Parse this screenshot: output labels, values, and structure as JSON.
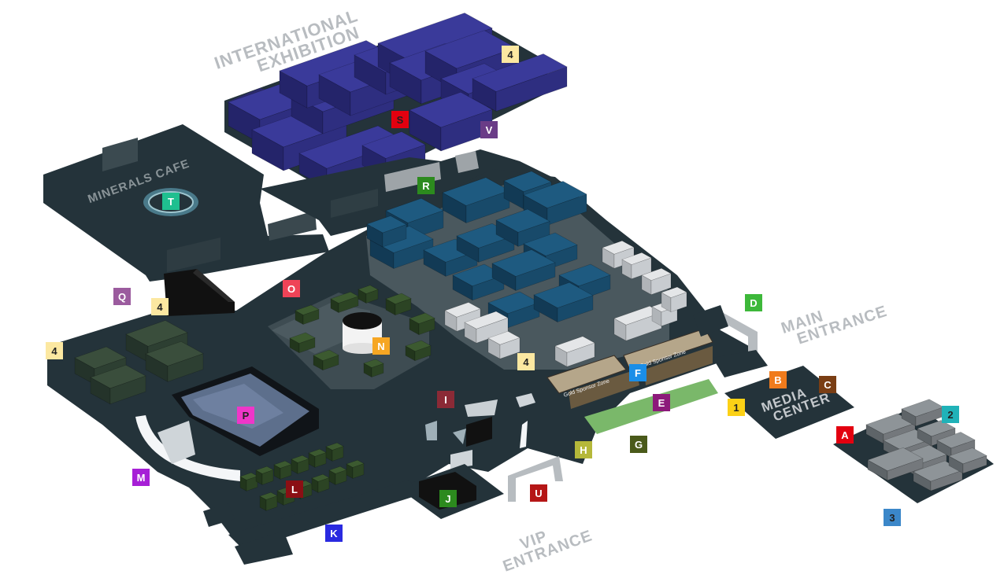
{
  "areas": {
    "international_exhibition": [
      "INTERNATIONAL",
      "EXHIBITION"
    ],
    "minerals_cafe": "MINERALS CAFE",
    "main_entrance": [
      "MAIN",
      "ENTRANCE"
    ],
    "vip_entrance": [
      "VIP",
      "ENTRANCE"
    ],
    "media_center": [
      "MEDIA",
      "CENTER"
    ],
    "gold_sponsor_zone": "Gold Sponsor Zone"
  },
  "markers": [
    {
      "id": "s",
      "label": "S",
      "color": "#e3000f"
    },
    {
      "id": "v",
      "label": "V",
      "color": "#6a3c87"
    },
    {
      "id": "4-top",
      "label": "4",
      "color": "#fce8a1"
    },
    {
      "id": "r",
      "label": "R",
      "color": "#2c8a1e"
    },
    {
      "id": "t",
      "label": "T",
      "color": "#1fbf8f"
    },
    {
      "id": "q",
      "label": "Q",
      "color": "#9b5b9e"
    },
    {
      "id": "4-left-upper",
      "label": "4",
      "color": "#fce8a1"
    },
    {
      "id": "4-left",
      "label": "4",
      "color": "#fce8a1"
    },
    {
      "id": "o",
      "label": "O",
      "color": "#ef4357"
    },
    {
      "id": "n",
      "label": "N",
      "color": "#f6a623"
    },
    {
      "id": "4-center",
      "label": "4",
      "color": "#fce8a1"
    },
    {
      "id": "d",
      "label": "D",
      "color": "#3db83a"
    },
    {
      "id": "f",
      "label": "F",
      "color": "#1a8ee8"
    },
    {
      "id": "e",
      "label": "E",
      "color": "#8c1a7a"
    },
    {
      "id": "b",
      "label": "B",
      "color": "#f07b1c"
    },
    {
      "id": "c",
      "label": "C",
      "color": "#7a3e14"
    },
    {
      "id": "1",
      "label": "1",
      "color": "#fcd116"
    },
    {
      "id": "2",
      "label": "2",
      "color": "#20b2b8"
    },
    {
      "id": "a",
      "label": "A",
      "color": "#e3000f"
    },
    {
      "id": "3",
      "label": "3",
      "color": "#3b87c9"
    },
    {
      "id": "i",
      "label": "I",
      "color": "#8b2a36"
    },
    {
      "id": "p",
      "label": "P",
      "color": "#ef36c9"
    },
    {
      "id": "h",
      "label": "H",
      "color": "#b5b83a"
    },
    {
      "id": "g",
      "label": "G",
      "color": "#4a5a1a"
    },
    {
      "id": "m",
      "label": "M",
      "color": "#a61fd6"
    },
    {
      "id": "l",
      "label": "L",
      "color": "#8b0f14"
    },
    {
      "id": "j",
      "label": "J",
      "color": "#2c8a1e"
    },
    {
      "id": "u",
      "label": "U",
      "color": "#b51616"
    },
    {
      "id": "k",
      "label": "K",
      "color": "#2a2ae0"
    }
  ]
}
